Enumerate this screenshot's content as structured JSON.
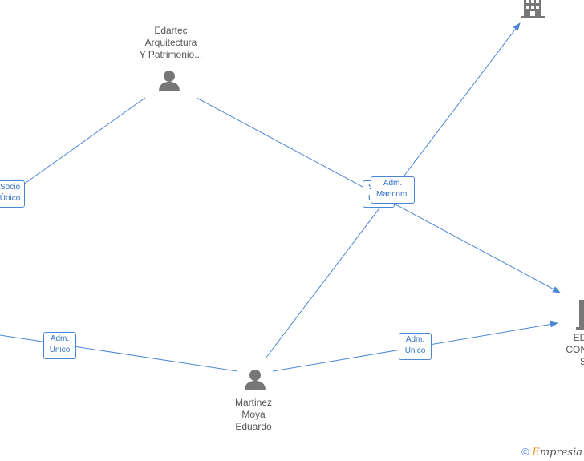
{
  "nodes": {
    "edartec": {
      "lines": [
        "Edartec",
        "Arquitectura",
        "Y Patrimonio..."
      ],
      "icon": "person-icon"
    },
    "martinez": {
      "lines": [
        "Martinez",
        "Moya",
        "Eduardo"
      ],
      "icon": "person-icon"
    },
    "top_company": {
      "icon": "building-icon"
    },
    "right_company": {
      "lines": [
        "EDA",
        "CONSU",
        "S"
      ],
      "icon": "building-icon"
    }
  },
  "edge_labels": {
    "socio_unico": [
      "Socio",
      "Único"
    ],
    "adm_mancom": [
      "Adm.",
      "Mancom."
    ],
    "adm_mancom_behind": [
      "S",
      "Ú"
    ],
    "adm_unico_left": [
      "Adm.",
      "Unico"
    ],
    "adm_unico_right": [
      "Adm.",
      "Unico"
    ]
  },
  "watermark": {
    "copyright": "©",
    "brand_first": "E",
    "brand_rest": "mpresia"
  },
  "colors": {
    "edge": "#4a86d4",
    "icon": "#777777",
    "label_text": "#555555"
  }
}
